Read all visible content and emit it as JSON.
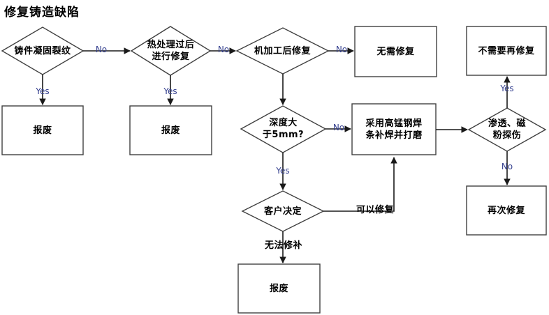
{
  "title": "修复铸造缺陷",
  "theme": {
    "background": "#ffffff",
    "shape_stroke": "#404040",
    "shape_fill": "#ffffff",
    "connector_stroke": "#1a1a1a",
    "text_color": "#000000",
    "edge_label_color": "#35408f"
  },
  "nodes": {
    "d1": {
      "label": "铸件凝固裂纹",
      "type": "decision"
    },
    "d2": {
      "label": "热处理过后\n进行修复",
      "type": "decision"
    },
    "d3": {
      "label": "机加工后修复",
      "type": "decision"
    },
    "d4": {
      "label": "深度大\n于5mm?",
      "type": "decision"
    },
    "d5": {
      "label": "客户决定",
      "type": "decision"
    },
    "d6": {
      "label": "渗透、磁\n粉探伤",
      "type": "decision"
    },
    "b1": {
      "label": "报废",
      "type": "process"
    },
    "b2": {
      "label": "报废",
      "type": "process"
    },
    "b3": {
      "label": "无需修复",
      "type": "process"
    },
    "b4": {
      "label": "不需要再修复",
      "type": "process"
    },
    "b5": {
      "label": "采用高锰钢焊\n条补焊并打磨",
      "type": "process"
    },
    "b6": {
      "label": "再次修复",
      "type": "process"
    },
    "b7": {
      "label": "报废",
      "type": "process"
    }
  },
  "edges": [
    {
      "id": "e1",
      "from": "d1",
      "to": "d2",
      "label": "No"
    },
    {
      "id": "e2",
      "from": "d1",
      "to": "b1",
      "label": "Yes"
    },
    {
      "id": "e3",
      "from": "d2",
      "to": "d3",
      "label": "No"
    },
    {
      "id": "e4",
      "from": "d2",
      "to": "b2",
      "label": "Yes"
    },
    {
      "id": "e5",
      "from": "d3",
      "to": "b3",
      "label": "No"
    },
    {
      "id": "e6",
      "from": "d3",
      "to": "d4",
      "label": ""
    },
    {
      "id": "e7",
      "from": "d4",
      "to": "b5",
      "label": "No"
    },
    {
      "id": "e8",
      "from": "d4",
      "to": "d5",
      "label": "Yes"
    },
    {
      "id": "e9",
      "from": "d5",
      "to": "b5",
      "label": "可以修复"
    },
    {
      "id": "e10",
      "from": "d5",
      "to": "b7",
      "label": "无法修补"
    },
    {
      "id": "e11",
      "from": "b5",
      "to": "d6",
      "label": ""
    },
    {
      "id": "e12",
      "from": "d6",
      "to": "b4",
      "label": "Yes"
    },
    {
      "id": "e13",
      "from": "d6",
      "to": "b6",
      "label": "No"
    }
  ]
}
